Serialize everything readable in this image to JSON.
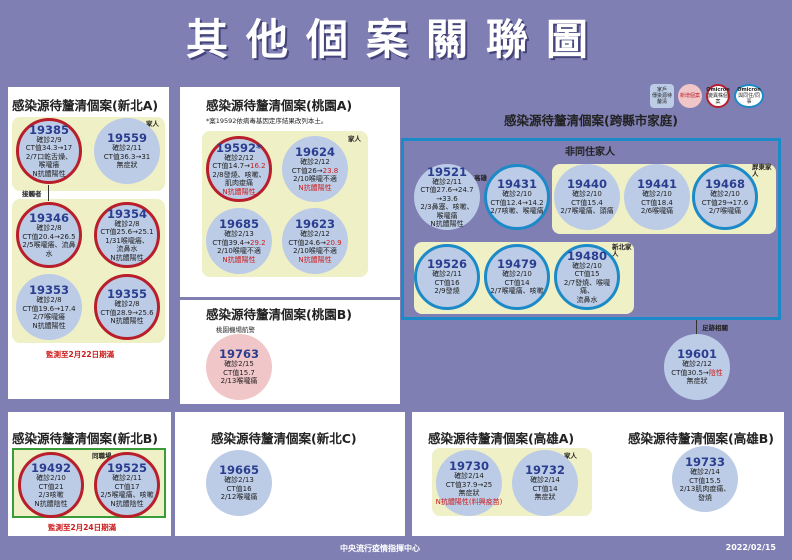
{
  "title": "其他個案關聯圖",
  "legend": {
    "family": "家戶",
    "family2": "傳染源待釐清",
    "new": "新增個案",
    "omicron": "Omicron",
    "omicron_sub": "變異株個案",
    "omicron2": "Omicron",
    "omicron2_sub": "與同住/同事"
  },
  "panels": {
    "ntpA": {
      "title": "感染源待釐清個案(新北A)",
      "family": "家人",
      "contact": "接觸者",
      "watch": "監測至2月22日期滿"
    },
    "tyA": {
      "title": "感染源待釐清個案(桃園A)",
      "note": "*案19592依病毒基因定序結果改列本土。",
      "family": "家人"
    },
    "tyB": {
      "title": "感染源待釐清個案(桃園B)",
      "note": "桃園機場航警"
    },
    "cross": {
      "title": "感染源待釐清個案(跨縣市家庭)",
      "nonlive": "非同住家人",
      "kaoh": "高雄",
      "pingtung": "屏東家人",
      "newtpe": "新北家人",
      "footprint": "足跡相關"
    },
    "ntpB": {
      "title": "感染源待釐清個案(新北B)",
      "colleague": "同職場",
      "watch": "監測至2月24日期滿"
    },
    "ntpC": {
      "title": "感染源待釐清個案(新北C)"
    },
    "khA": {
      "title": "感染源待釐清個案(高雄A)",
      "family": "家人"
    },
    "khB": {
      "title": "感染源待釐清個案(高雄B)"
    }
  },
  "cases": {
    "c19385": {
      "id": "19385",
      "l1": "確診2/9",
      "l2": "CT值34.3→17",
      "l3": "2/7口乾舌燥、",
      "l4": "喉嚨癢",
      "l5": "N抗體陽性"
    },
    "c19559": {
      "id": "19559",
      "l1": "確診2/11",
      "l2": "CT值36.3→31",
      "l3": "無症狀"
    },
    "c19346": {
      "id": "19346",
      "l1": "確診2/8",
      "l2": "CT值20.4→26.5",
      "l3": "2/5喉嚨癢、流鼻水"
    },
    "c19354": {
      "id": "19354",
      "l1": "確診2/8",
      "l2": "CT值25.6→25.1",
      "l3": "1/31喉嚨癢、",
      "l4": "流鼻水",
      "l5": "N抗體陽性"
    },
    "c19353": {
      "id": "19353",
      "l1": "確診2/8",
      "l2": "CT值19.6→17.4",
      "l3": "2/7喉嚨癢",
      "l4": "N抗體陽性"
    },
    "c19355": {
      "id": "19355",
      "l1": "確診2/8",
      "l2": "CT值28.9→25.6",
      "l3": "N抗體陽性"
    },
    "c19592": {
      "id": "19592*",
      "l1": "確診2/12",
      "l2a": "CT值14.7→",
      "l2b": "16.2",
      "l3": "2/8發燒、咳嗽、",
      "l4": "肌肉痠痛",
      "l5": "N抗體陽性"
    },
    "c19624": {
      "id": "19624",
      "l1": "確診2/12",
      "l2a": "CT值26→",
      "l2b": "23.8",
      "l3": "2/10喉嚨不適",
      "l4": "N抗體陽性"
    },
    "c19685": {
      "id": "19685",
      "l1": "確診2/13",
      "l2a": "CT值39.4→",
      "l2b": "29.2",
      "l3": "2/10喉嚨不適",
      "l4": "N抗體陽性"
    },
    "c19623": {
      "id": "19623",
      "l1": "確診2/12",
      "l2a": "CT值24.6→",
      "l2b": "20.9",
      "l3": "2/10喉嚨不適",
      "l4": "N抗體陽性"
    },
    "c19763": {
      "id": "19763",
      "l1": "確診2/15",
      "l2": "CT值15.7",
      "l3": "2/13喉嚨痛"
    },
    "c19521": {
      "id": "19521",
      "l1": "確診2/11",
      "l2": "CT值27.6→24.7",
      "l3": "→33.6",
      "l4": "2/3鼻塞、咳嗽、",
      "l5": "喉嚨痛",
      "l6": "N抗體陽性"
    },
    "c19431": {
      "id": "19431",
      "l1": "確診2/10",
      "l2": "CT值12.4→14.2",
      "l3": "2/7咳嗽、喉嚨痛"
    },
    "c19440": {
      "id": "19440",
      "l1": "確診2/10",
      "l2": "CT值15.4",
      "l3": "2/7喉嚨痛、頭痛"
    },
    "c19441": {
      "id": "19441",
      "l1": "確診2/10",
      "l2": "CT值18.4",
      "l3": "2/6喉嚨痛"
    },
    "c19468": {
      "id": "19468",
      "l1": "確診2/10",
      "l2": "CT值29→17.6",
      "l3": "2/7喉嚨痛"
    },
    "c19526": {
      "id": "19526",
      "l1": "確診2/11",
      "l2": "CT值16",
      "l3": "2/9發燒"
    },
    "c19479": {
      "id": "19479",
      "l1": "確診2/10",
      "l2": "CT值14",
      "l3": "2/7喉嚨痛、咳嗽"
    },
    "c19480": {
      "id": "19480",
      "l1": "確診2/10",
      "l2": "CT值15",
      "l3": "2/7發燒、喉嚨痛、",
      "l4": "流鼻水"
    },
    "c19601": {
      "id": "19601",
      "l1": "確診2/12",
      "l2a": "CT值30.5→",
      "l2b": "陰性",
      "l3": "無症狀"
    },
    "c19492": {
      "id": "19492",
      "l1": "確診2/10",
      "l2": "CT值21",
      "l3": "2/3咳嗽",
      "l4": "N抗體陰性"
    },
    "c19525": {
      "id": "19525",
      "l1": "確診2/11",
      "l2": "CT值17",
      "l3": "2/5喉嚨痛、咳嗽",
      "l4": "N抗體陰性"
    },
    "c19665": {
      "id": "19665",
      "l1": "確診2/13",
      "l2": "CT值16",
      "l3": "2/12喉嚨痛"
    },
    "c19730": {
      "id": "19730",
      "l1": "確診2/14",
      "l2": "CT值37.9→25",
      "l3": "無症狀",
      "l4": "N抗體陽性(料興疫苗)"
    },
    "c19732": {
      "id": "19732",
      "l1": "確診2/14",
      "l2": "CT值14",
      "l3": "無症狀"
    },
    "c19733": {
      "id": "19733",
      "l1": "確診2/14",
      "l2": "CT值15.5",
      "l3": "2/13肌肉痠痛、",
      "l4": "發燒"
    }
  },
  "footer": {
    "org": "中央流行疫情指揮中心",
    "date": "2022/02/15"
  },
  "colors": {
    "bg": "#7f7fb4",
    "bubble": "#bccce6",
    "pink": "#f1c6c8",
    "red_ring": "#b81f2b",
    "blue_ring": "#1c8ac7",
    "yellow": "#f0f0c7"
  }
}
